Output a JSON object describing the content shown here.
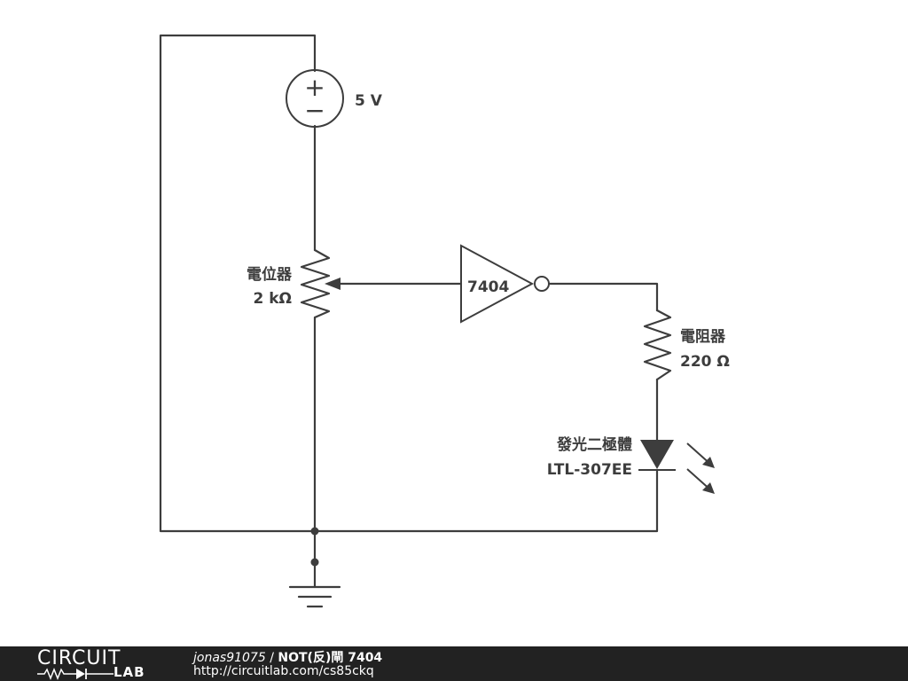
{
  "circuit": {
    "source": {
      "value": "5 V",
      "plus": "+",
      "minus": "−"
    },
    "potentiometer": {
      "name": "電位器",
      "value": "2 kΩ"
    },
    "inverter": {
      "label": "7404"
    },
    "resistor": {
      "name": "電阻器",
      "value": "220 Ω"
    },
    "led": {
      "name": "發光二極體",
      "part": "LTL-307EE"
    }
  },
  "footer": {
    "logo_top": "CIRCUIT",
    "logo_bottom": "LAB",
    "author": "jonas91075",
    "separator": " / ",
    "title": "NOT(反)閘 7404",
    "url": "http://circuitlab.com/cs85ckq"
  }
}
